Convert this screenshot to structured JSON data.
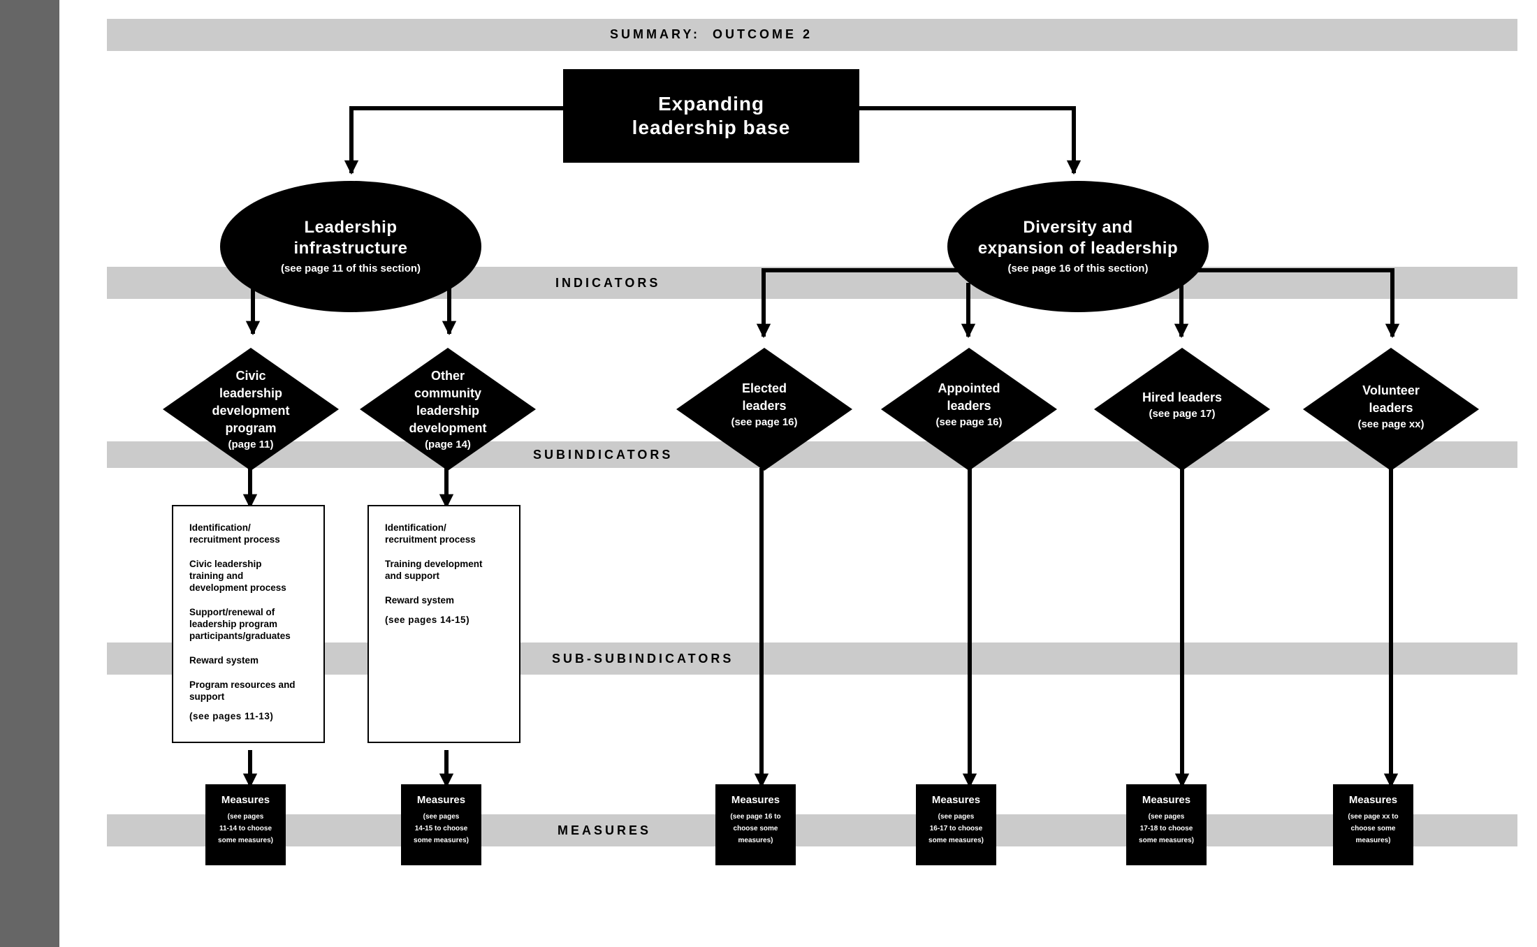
{
  "header": {
    "title": "SUMMARY:  OUTCOME 2"
  },
  "bands": {
    "indicators": "INDICATORS",
    "subindicators": "SUBINDICATORS",
    "sub_subindicators": "SUB-SUBINDICATORS",
    "measures": "MEASURES"
  },
  "root": {
    "line1": "Expanding",
    "line2": "leadership base"
  },
  "indicators": [
    {
      "line1": "Leadership",
      "line2": "infrastructure",
      "ref": "(see page 11 of this section)"
    },
    {
      "line1": "Diversity and",
      "line2": "expansion of leadership",
      "ref": "(see page 16 of this section)"
    }
  ],
  "subindicators": [
    {
      "lines": [
        "Civic",
        "leadership",
        "development",
        "program"
      ],
      "ref": "(page 11)"
    },
    {
      "lines": [
        "Other",
        "community",
        "leadership",
        "development"
      ],
      "ref": "(page 14)"
    },
    {
      "lines": [
        "Elected",
        "leaders"
      ],
      "ref": "(see page 16)"
    },
    {
      "lines": [
        "Appointed",
        "leaders"
      ],
      "ref": "(see page 16)"
    },
    {
      "lines": [
        "Hired leaders"
      ],
      "ref": "(see page 17)"
    },
    {
      "lines": [
        "Volunteer",
        "leaders"
      ],
      "ref": "(see page xx)"
    }
  ],
  "sub_subindicators": [
    {
      "items": [
        "Identification/\nrecruitment process",
        "Civic leadership\ntraining and\ndevelopment process",
        "Support/renewal of\nleadership program\nparticipants/graduates",
        "Reward system",
        "Program resources and\nsupport"
      ],
      "ref": "(see pages 11-13)"
    },
    {
      "items": [
        "Identification/\nrecruitment process",
        "Training development\nand support",
        "Reward system"
      ],
      "ref": "(see pages 14-15)"
    }
  ],
  "measures": [
    {
      "title": "Measures",
      "note": "(see pages\n11-14 to choose\nsome measures)"
    },
    {
      "title": "Measures",
      "note": "(see pages\n14-15 to choose\nsome measures)"
    },
    {
      "title": "Measures",
      "note": "(see page 16 to\nchoose some\nmeasures)"
    },
    {
      "title": "Measures",
      "note": "(see pages\n16-17 to choose\nsome measures)"
    },
    {
      "title": "Measures",
      "note": "(see pages\n17-18 to choose\nsome measures)"
    },
    {
      "title": "Measures",
      "note": "(see page xx to\nchoose some\nmeasures)"
    }
  ]
}
